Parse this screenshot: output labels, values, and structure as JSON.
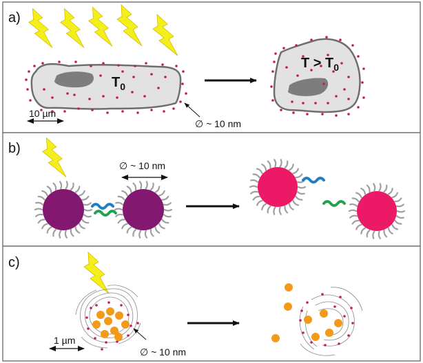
{
  "colors": {
    "border": "#7a7a7a",
    "bolt": "#f2ef1a",
    "bolt_stroke": "#d9b800",
    "cell_fill": "#e2e2e2",
    "cell_stroke": "#6e6e6e",
    "nucleus": "#7d7d7d",
    "nanoparticle_dot": "#c01a68",
    "purple_particle": "#82186f",
    "pink_particle": "#ec1a66",
    "ligand": "#9f9f9f",
    "dna_blue": "#1e7fc4",
    "dna_green": "#22a24e",
    "orange": "#f39a1a",
    "arrow": "#111111"
  },
  "panels": [
    {
      "label": "a)",
      "cell_label_before": "T",
      "cell_label_before_sub": "0",
      "cell_label_after": "T > T",
      "cell_label_after_sub": "0",
      "scale": "10 µm",
      "diameter": "∅ ~ 10 nm"
    },
    {
      "label": "b)",
      "diameter": "∅ ~ 10 nm"
    },
    {
      "label": "c)",
      "scale": "1 µm",
      "diameter": "∅ ~ 10 nm"
    }
  ],
  "icons": [
    "lightning-bolt-icon"
  ]
}
